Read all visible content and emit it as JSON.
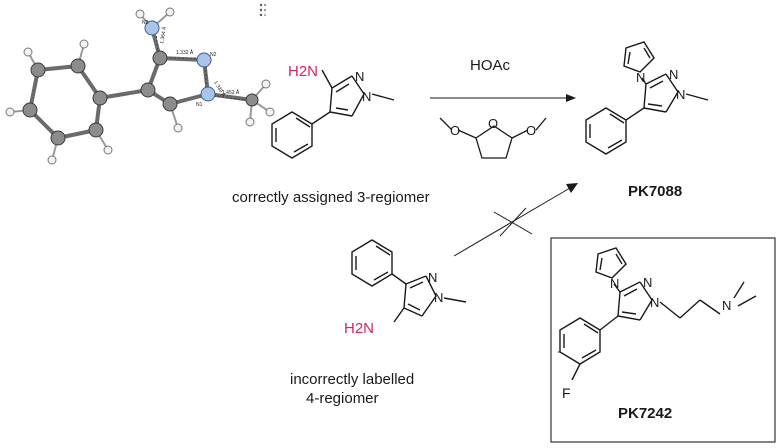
{
  "reaction": {
    "reagent": "HOAc",
    "correct_caption": "correctly assigned 3-regiomer",
    "incorrect_caption_line1": "incorrectly labelled",
    "incorrect_caption_line2": "4-regiomer",
    "product_label": "PK7088",
    "boxed_label": "PK7242"
  },
  "atoms": {
    "nitrogen": "N",
    "amine": "H2N",
    "amine_rev": "H2N",
    "fluorine": "F"
  },
  "crystal_labels": {
    "n3": "N3",
    "n2": "N2",
    "n1": "N1",
    "b1": "1.364 Å",
    "b2": "1.332 Å",
    "b3": "1.339 Å",
    "b4": "1.452 Å"
  },
  "colors": {
    "nitrogen": "#1f3a93",
    "amine": "#d6245f",
    "bond": "#1a1a1a",
    "carbon_atom": "#8c8c8c",
    "nitrogen_atom": "#a9c4e8",
    "hydrogen_atom": "#f2f2f2",
    "box_border": "#333333"
  }
}
